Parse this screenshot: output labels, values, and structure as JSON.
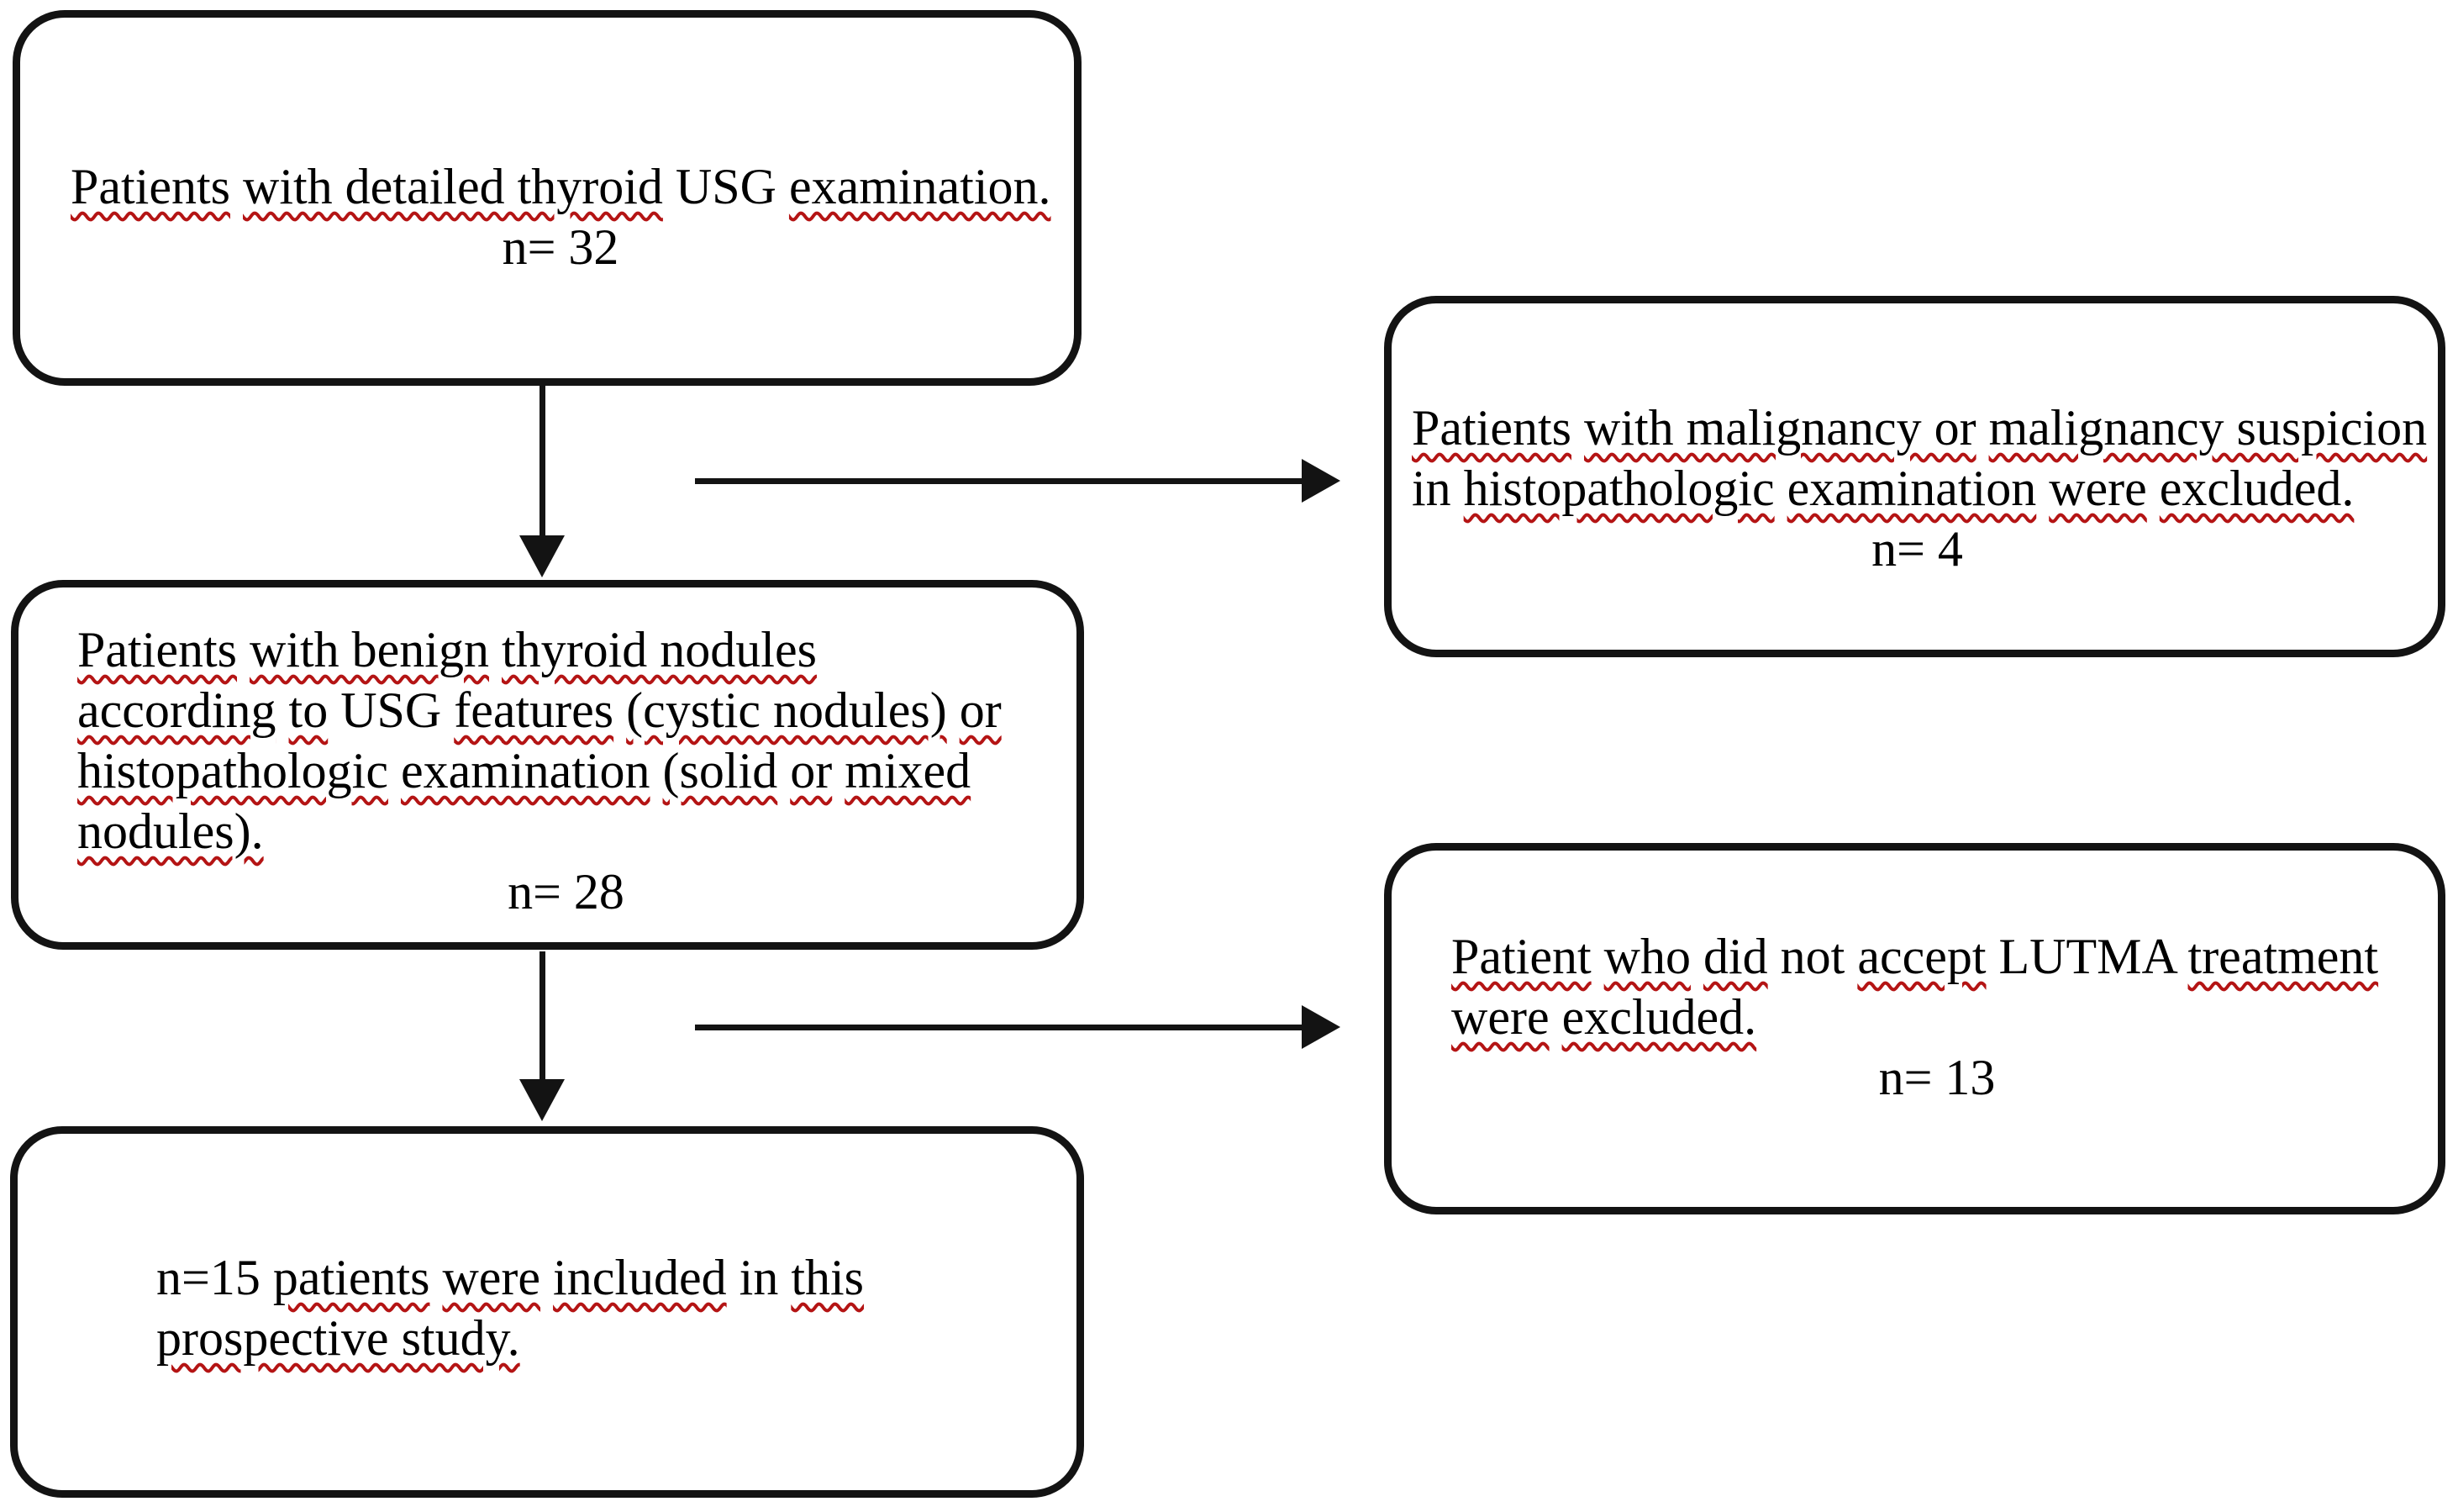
{
  "diagram": {
    "figure_type": "patient-flow-diagram",
    "colors": {
      "background": "#ffffff",
      "box_border": "#131313",
      "text": "#000000",
      "squiggle": "#b41414"
    },
    "boxes": [
      {
        "id": "usg",
        "full_text": "Patients with detailed thyroid USG examination. n= 32",
        "n_value": "n= 32",
        "lines": [
          {
            "align": "left",
            "segments": [
              {
                "t": "Patients",
                "wavy": true
              },
              {
                "t": "with detailed thyroid",
                "wavy": true
              },
              {
                "t": "USG",
                "wavy": false
              },
              {
                "t": "examination.",
                "wavy": true
              }
            ]
          },
          {
            "align": "center",
            "segments": [
              {
                "t": "n= 32",
                "wavy": false
              }
            ]
          }
        ]
      },
      {
        "id": "benign",
        "full_text": "Patients with benign thyroid nodules according to USG features (cystic nodules) or histopathologic examination (solid or mixed nodules). n= 28",
        "n_value": "n= 28",
        "lines": [
          {
            "align": "left",
            "segments": [
              {
                "t": "Patients",
                "wavy": true
              },
              {
                "t": "with benign",
                "wavy": true
              },
              {
                "t": "thyroid nodules",
                "wavy": true
              }
            ]
          },
          {
            "align": "left",
            "segments": [
              {
                "t": "according",
                "wavy": true
              },
              {
                "t": "to",
                "wavy": true
              },
              {
                "t": "USG",
                "wavy": false
              },
              {
                "t": "features",
                "wavy": true
              },
              {
                "t": "(cystic nodules)",
                "wavy": true
              },
              {
                "t": "or",
                "wavy": true
              }
            ]
          },
          {
            "align": "left",
            "segments": [
              {
                "t": "histopathologic",
                "wavy": true
              },
              {
                "t": "examination",
                "wavy": true
              },
              {
                "t": "(solid",
                "wavy": true
              },
              {
                "t": "or",
                "wavy": true
              },
              {
                "t": "mixed",
                "wavy": true
              }
            ]
          },
          {
            "align": "left",
            "segments": [
              {
                "t": "nodules).",
                "wavy": true
              }
            ]
          },
          {
            "align": "center",
            "segments": [
              {
                "t": "n= 28",
                "wavy": false
              }
            ]
          }
        ]
      },
      {
        "id": "included",
        "full_text": "n=15 patients were included in this prospective study.",
        "n_value": "n=15",
        "lines": [
          {
            "align": "left",
            "segments": [
              {
                "t": "n=15",
                "wavy": false
              },
              {
                "t": "patients",
                "wavy": true
              },
              {
                "t": "were",
                "wavy": true
              },
              {
                "t": "included",
                "wavy": true
              },
              {
                "t": "in",
                "wavy": false
              },
              {
                "t": "this",
                "wavy": true
              }
            ]
          },
          {
            "align": "left",
            "segments": [
              {
                "t": "prospective study.",
                "wavy": true
              }
            ]
          }
        ]
      },
      {
        "id": "excl-malig",
        "full_text": "Patients with malignancy or malignancy suspicion in histopathologic examination were excluded. n= 4",
        "n_value": "n= 4",
        "lines": [
          {
            "align": "left",
            "segments": [
              {
                "t": "Patients",
                "wavy": true
              },
              {
                "t": "with malignancy or",
                "wavy": true
              },
              {
                "t": "malignancy suspicion",
                "wavy": true
              }
            ]
          },
          {
            "align": "left",
            "segments": [
              {
                "t": "in",
                "wavy": false
              },
              {
                "t": "histopathologic",
                "wavy": true
              },
              {
                "t": "examination",
                "wavy": true
              },
              {
                "t": "were",
                "wavy": true
              },
              {
                "t": "excluded.",
                "wavy": true
              }
            ]
          },
          {
            "align": "center",
            "segments": [
              {
                "t": "n= 4",
                "wavy": false
              }
            ]
          }
        ]
      },
      {
        "id": "excl-lutma",
        "full_text": "Patient who did not accept LUTMA treatment were excluded. n= 13",
        "n_value": "n= 13",
        "lines": [
          {
            "align": "left",
            "segments": [
              {
                "t": "Patient",
                "wavy": true
              },
              {
                "t": "who",
                "wavy": true
              },
              {
                "t": "did",
                "wavy": true
              },
              {
                "t": "not",
                "wavy": false
              },
              {
                "t": "accept",
                "wavy": true
              },
              {
                "t": "LUTMA",
                "wavy": false
              },
              {
                "t": "treatment",
                "wavy": true
              }
            ]
          },
          {
            "align": "left",
            "segments": [
              {
                "t": "were",
                "wavy": true
              },
              {
                "t": "excluded.",
                "wavy": true
              }
            ]
          },
          {
            "align": "center",
            "segments": [
              {
                "t": "n= 13",
                "wavy": false
              }
            ]
          }
        ]
      }
    ],
    "arrows": [
      {
        "id": "va1",
        "direction": "down",
        "from": "usg",
        "to": "benign"
      },
      {
        "id": "ha1",
        "direction": "right",
        "from": "usg-benign-path",
        "to": "excl-malig"
      },
      {
        "id": "va2",
        "direction": "down",
        "from": "benign",
        "to": "included"
      },
      {
        "id": "ha2",
        "direction": "right",
        "from": "benign-included-path",
        "to": "excl-lutma"
      }
    ]
  }
}
